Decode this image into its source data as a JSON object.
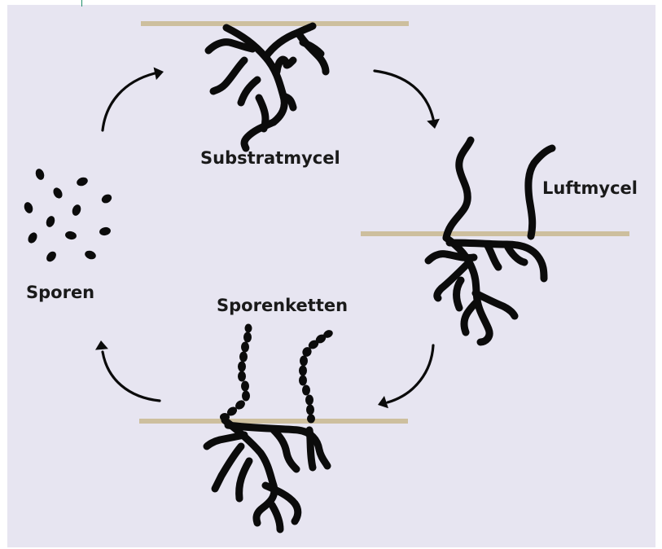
{
  "labels": {
    "substrate_mycelium": "Substratmycel",
    "aerial_mycelium": "Luftmycel",
    "spores": "Sporen",
    "spore_chains": "Sporenketten"
  },
  "colors": {
    "background": "#e7e5f1",
    "substrate_surface": "#cdbf9e",
    "hyphae": "#0b0b0b",
    "text": "#1a1a1a"
  }
}
